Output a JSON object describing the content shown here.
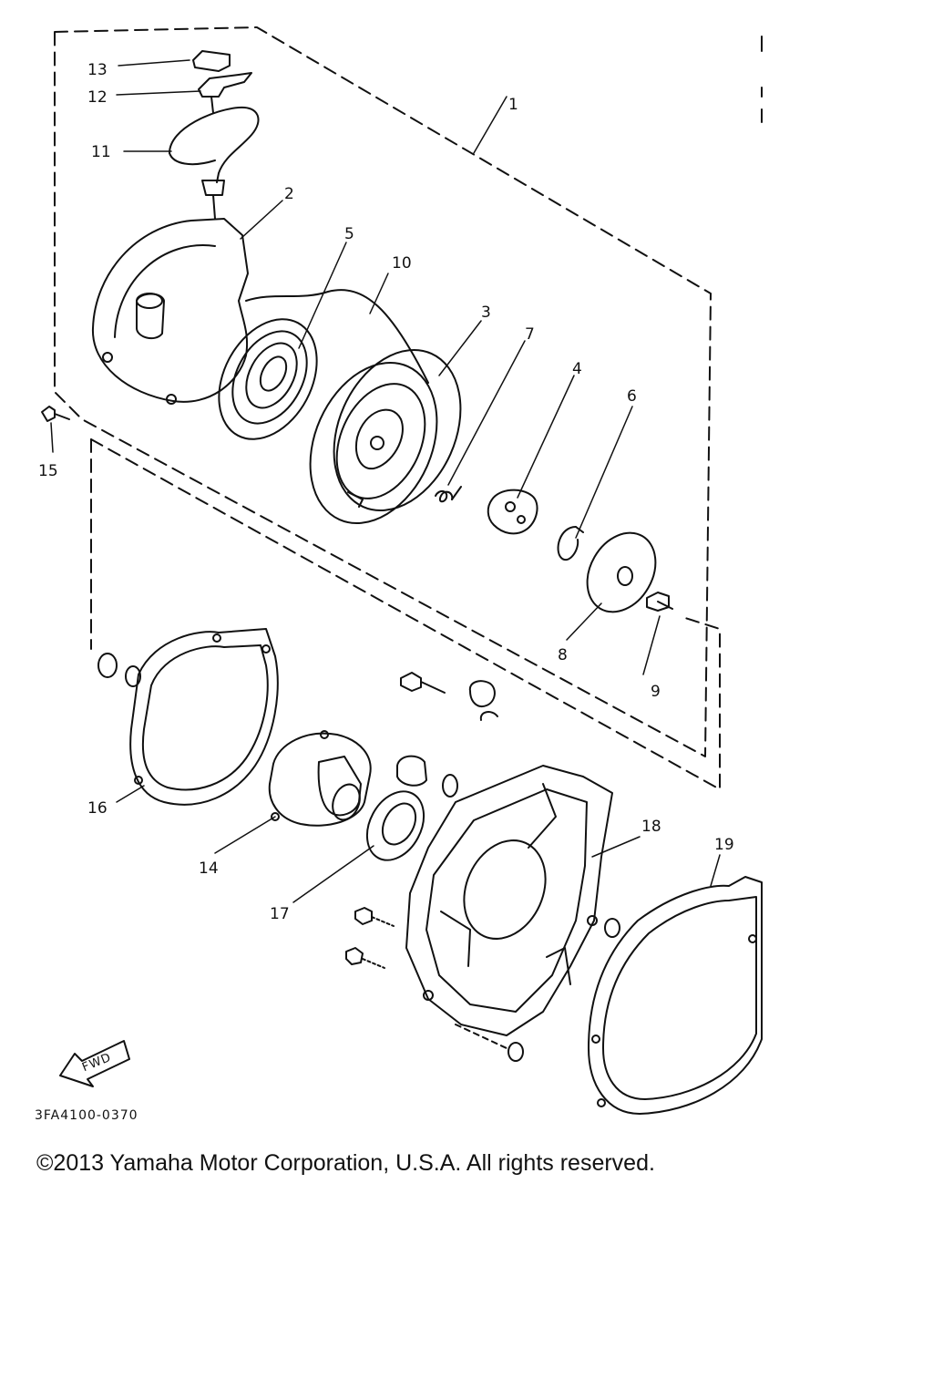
{
  "diagram": {
    "part_numbers": {
      "p1": "1",
      "p2": "2",
      "p3": "3",
      "p4": "4",
      "p5": "5",
      "p6": "6",
      "p7": "7",
      "p8": "8",
      "p9": "9",
      "p10": "10",
      "p11": "11",
      "p12": "12",
      "p13": "13",
      "p14": "14",
      "p15": "15",
      "p16": "16",
      "p17": "17",
      "p18": "18",
      "p19": "19"
    },
    "fwd_label": "FWD",
    "drawing_code": "3FA4100-0370"
  },
  "copyright": "©2013 Yamaha Motor Corporation, U.S.A. All rights reserved.",
  "colors": {
    "ink": "#111111",
    "background": "#ffffff"
  }
}
